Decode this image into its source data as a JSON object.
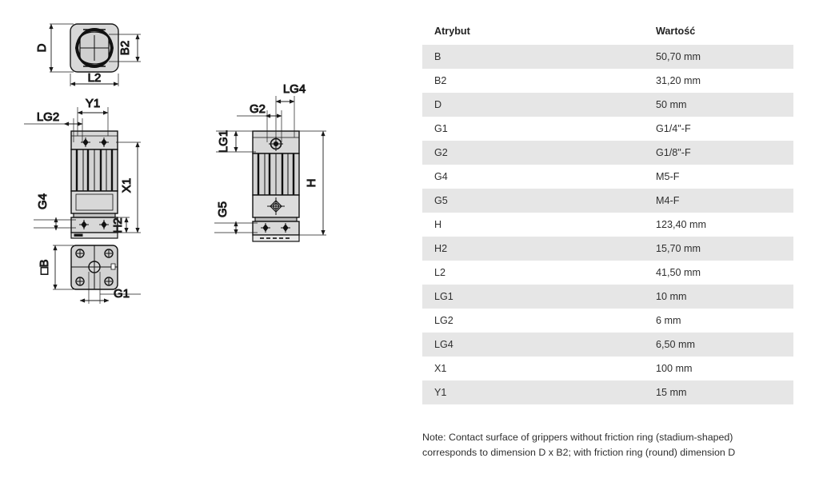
{
  "table": {
    "headers": {
      "attribute": "Atrybut",
      "value": "Wartość"
    },
    "rows": [
      {
        "attribute": "B",
        "value": "50,70 mm"
      },
      {
        "attribute": "B2",
        "value": "31,20 mm"
      },
      {
        "attribute": "D",
        "value": "50 mm"
      },
      {
        "attribute": "G1",
        "value": "G1/4\"-F"
      },
      {
        "attribute": "G2",
        "value": "G1/8\"-F"
      },
      {
        "attribute": "G4",
        "value": "M5-F"
      },
      {
        "attribute": "G5",
        "value": "M4-F"
      },
      {
        "attribute": "H",
        "value": "123,40 mm"
      },
      {
        "attribute": "H2",
        "value": "15,70 mm"
      },
      {
        "attribute": "L2",
        "value": "41,50 mm"
      },
      {
        "attribute": "LG1",
        "value": "10 mm"
      },
      {
        "attribute": "LG2",
        "value": "6 mm"
      },
      {
        "attribute": "LG4",
        "value": "6,50 mm"
      },
      {
        "attribute": "X1",
        "value": "100 mm"
      },
      {
        "attribute": "Y1",
        "value": "15 mm"
      }
    ]
  },
  "note": {
    "line1": "Note: Contact surface of grippers without friction ring (stadium-shaped)",
    "line2": "corresponds to dimension D x B2; with friction ring (round) dimension D"
  },
  "drawing": {
    "labels": {
      "D": "D",
      "B2": "B2",
      "L2": "L2",
      "Y1": "Y1",
      "LG2": "LG2",
      "X1": "X1",
      "G4": "G4",
      "H2": "H2",
      "B_square": "□B",
      "G1": "G1",
      "LG4": "LG4",
      "G2": "G2",
      "LG1": "LG1",
      "H": "H",
      "G5": "G5"
    }
  },
  "colors": {
    "row_stripe": "#e6e6e6",
    "row_plain": "#ffffff",
    "text": "#2f2f2f",
    "line": "#1a1a1a",
    "fill_light": "#d8d8d8",
    "fill_mid": "#bfbfbf",
    "fill_dark": "#1a1a1a"
  }
}
